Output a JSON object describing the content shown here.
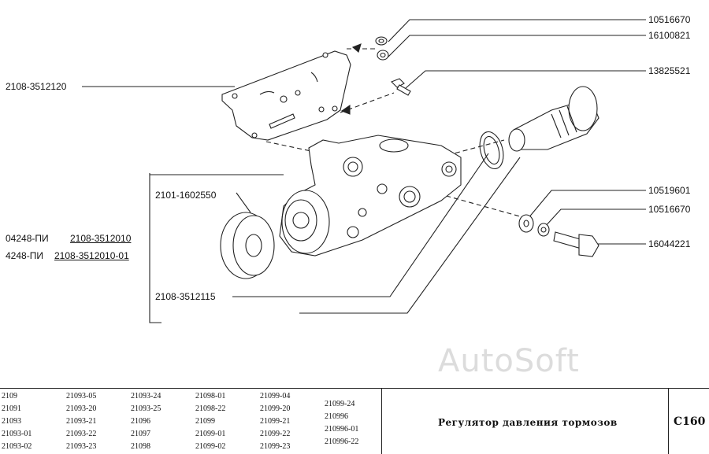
{
  "diagram": {
    "part_labels": {
      "p10516670_top": "10516670",
      "p16100821": "16100821",
      "p2108_3512120": "2108-3512120",
      "p13825521": "13825521",
      "p2101_1602550": "2101-1602550",
      "p10519601": "10519601",
      "p10516670_mid": "10516670",
      "p16044221": "16044221",
      "p2108_3512115": "2108-3512115"
    },
    "assembly_row1": {
      "prefix": "04248-ПИ",
      "part": "2108-3512010"
    },
    "assembly_row2": {
      "prefix": "4248-ПИ",
      "part": "2108-3512010-01"
    },
    "watermark": "AutoSoft"
  },
  "footer": {
    "models": [
      [
        "2109",
        "21091",
        "21093",
        "21093-01",
        "21093-02"
      ],
      [
        "21093-05",
        "21093-20",
        "21093-21",
        "21093-22",
        "21093-23"
      ],
      [
        "21093-24",
        "21093-25",
        "21096",
        "21097",
        "21098"
      ],
      [
        "21098-01",
        "21098-22",
        "21099",
        "21099-01",
        "21099-02"
      ],
      [
        "21099-04",
        "21099-20",
        "21099-21",
        "21099-22",
        "21099-23"
      ],
      [
        "21099-24",
        "210996",
        "210996-01",
        "210996-22"
      ]
    ],
    "title": "Регулятор давления тормозов",
    "code": "C160"
  }
}
